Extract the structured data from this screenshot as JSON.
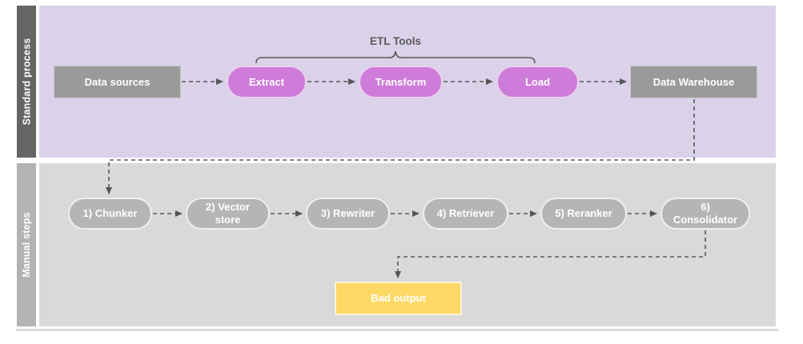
{
  "diagram": {
    "lanes": [
      {
        "label": "Standard process"
      },
      {
        "label": "Manual steps"
      }
    ],
    "etl_group_label": "ETL Tools",
    "nodes": {
      "data_sources": {
        "label": "Data sources",
        "shape": "rectangle",
        "color": "#9a9a9a"
      },
      "extract": {
        "label": "Extract",
        "shape": "pill",
        "color": "#ce7bd9"
      },
      "transform": {
        "label": "Transform",
        "shape": "pill",
        "color": "#ce7bd9"
      },
      "load": {
        "label": "Load",
        "shape": "pill",
        "color": "#ce7bd9"
      },
      "data_warehouse": {
        "label": "Data Warehouse",
        "shape": "rectangle",
        "color": "#9a9a9a"
      },
      "chunker": {
        "label": "1) Chunker",
        "shape": "pill",
        "color": "#b5b5b5"
      },
      "vector_store": {
        "label": "2) Vector store",
        "shape": "pill",
        "color": "#b5b5b5"
      },
      "rewriter": {
        "label": "3) Rewriter",
        "shape": "pill",
        "color": "#b5b5b5"
      },
      "retriever": {
        "label": "4) Retriever",
        "shape": "pill",
        "color": "#b5b5b5"
      },
      "reranker": {
        "label": "5) Reranker",
        "shape": "pill",
        "color": "#b5b5b5"
      },
      "consolidator": {
        "label": "6) Consolidator",
        "shape": "pill",
        "color": "#b5b5b5"
      },
      "bad_output": {
        "label": "Bad output",
        "shape": "rectangle",
        "color": "#ffd966"
      }
    },
    "connections": [
      {
        "from": "Data sources",
        "to": "Extract",
        "style": "dashed-arrow"
      },
      {
        "from": "Extract",
        "to": "Transform",
        "style": "dashed-arrow"
      },
      {
        "from": "Transform",
        "to": "Load",
        "style": "dashed-arrow"
      },
      {
        "from": "Load",
        "to": "Data Warehouse",
        "style": "dashed-arrow"
      },
      {
        "from": "Data Warehouse",
        "to": "1) Chunker",
        "style": "dashed-arrow"
      },
      {
        "from": "1) Chunker",
        "to": "2) Vector store",
        "style": "dashed-arrow"
      },
      {
        "from": "2) Vector store",
        "to": "3) Rewriter",
        "style": "dashed-arrow"
      },
      {
        "from": "3) Rewriter",
        "to": "4) Retriever",
        "style": "dashed-arrow"
      },
      {
        "from": "4) Retriever",
        "to": "5) Reranker",
        "style": "dashed-arrow"
      },
      {
        "from": "5) Reranker",
        "to": "6) Consolidator",
        "style": "dashed-arrow"
      },
      {
        "from": "6) Consolidator",
        "to": "Bad output",
        "style": "dashed-arrow"
      }
    ],
    "colors": {
      "lane_standard_bg": "#d9d2e9",
      "lane_standard_label_bg": "#666565",
      "lane_manual_bg": "#d9d9d9",
      "lane_manual_label_bg": "#b3b3b3",
      "etl_pill": "#ce7bd9",
      "gray_rect": "#9a9a9a",
      "gray_pill": "#b5b5b5",
      "bad_output": "#ffd966",
      "connector": "#595959",
      "node_text": "#ffffff"
    }
  }
}
